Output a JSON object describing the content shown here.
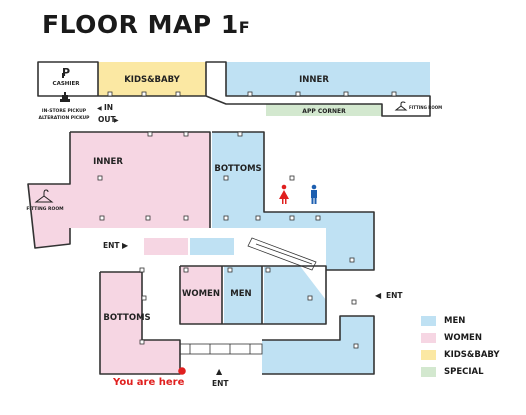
{
  "title": {
    "main": "FLOOR MAP",
    "floor": "1",
    "floor_suffix": "F"
  },
  "colors": {
    "men": "#bfe1f3",
    "women": "#f6d6e3",
    "kids_baby": "#fbe8a3",
    "special": "#d3e8cf",
    "wall": "#333333",
    "women_restroom": "#e0201f",
    "men_restroom": "#1d5fb0",
    "you_are_here": "#e0201f"
  },
  "zones": {
    "kids_baby": "KIDS&BABY",
    "inner_top": "INNER",
    "app_corner": "APP CORNER",
    "inner_left": "INNER",
    "bottoms_center": "BOTTOMS",
    "women": "WOMEN",
    "men": "MEN",
    "bottoms_lower": "BOTTOMS"
  },
  "labels": {
    "cashier": "CASHIER",
    "instore_pickup": "IN-STORE PICKUP",
    "alteration_pickup": "ALTERATION PICKUP",
    "in": "IN",
    "out": "OUT",
    "fitting_room_left": "FITTING ROOM",
    "fitting_room_right": "FITTING ROOM",
    "ent_left": "ENT",
    "ent_right": "ENT",
    "ent_bottom": "ENT",
    "you_are_here": "You are here"
  },
  "icons": {
    "cashier": "cashier-p-icon",
    "pickup": "pickup-counter-icon",
    "fitting_room": "hanger-icon",
    "restroom_women": "woman-restroom-icon",
    "restroom_men": "man-restroom-icon",
    "you_are_here": "red-dot-icon"
  },
  "legend": [
    {
      "label": "MEN",
      "color": "#bfe1f3"
    },
    {
      "label": "WOMEN",
      "color": "#f6d6e3"
    },
    {
      "label": "KIDS&BABY",
      "color": "#fbe8a3"
    },
    {
      "label": "SPECIAL",
      "color": "#d3e8cf"
    }
  ]
}
